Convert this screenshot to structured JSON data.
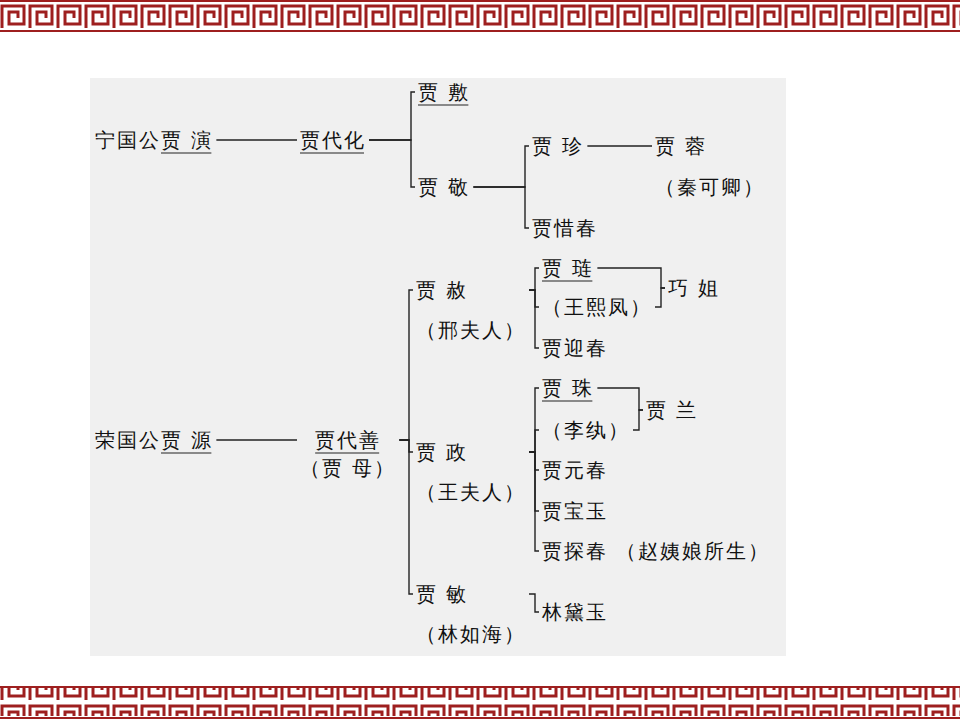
{
  "diagram": {
    "nodes": [
      {
        "text": [
          "宁国公贾 演"
        ]
      },
      {
        "text": [
          "贾代化"
        ]
      },
      {
        "text": [
          "贾 敷"
        ]
      },
      {
        "text": [
          "贾 敬"
        ]
      },
      {
        "text": [
          "贾 珍"
        ]
      },
      {
        "text": [
          "贾 蓉",
          "（秦可卿）"
        ]
      },
      {
        "text": [
          "贾惜春"
        ]
      },
      {
        "text": [
          "荣国公贾 源"
        ]
      },
      {
        "text": [
          "贾代善",
          "（贾 母）"
        ]
      },
      {
        "text": [
          "贾 赦",
          "（邢夫人）"
        ]
      },
      {
        "text": [
          "贾 琏"
        ]
      },
      {
        "text": [
          "（王熙凤）"
        ]
      },
      {
        "text": [
          "巧 姐"
        ]
      },
      {
        "text": [
          "贾迎春"
        ]
      },
      {
        "text": [
          "贾 政",
          "（王夫人）"
        ]
      },
      {
        "text": [
          "贾 珠"
        ]
      },
      {
        "text": [
          "（李纨）"
        ]
      },
      {
        "text": [
          "贾 兰"
        ]
      },
      {
        "text": [
          "贾元春"
        ]
      },
      {
        "text": [
          "贾宝玉"
        ]
      },
      {
        "text": [
          "贾探春",
          "（赵姨娘所生）"
        ]
      },
      {
        "text": [
          "贾 敏",
          "（林如海）"
        ]
      },
      {
        "text": [
          "林黛玉"
        ]
      }
    ],
    "edges": [
      {
        "from": 0,
        "to": 1,
        "arrow": "none"
      },
      {
        "from": 1,
        "to": 2,
        "arrow": "none"
      },
      {
        "from": 1,
        "to": 3,
        "arrow": "none"
      },
      {
        "from": 3,
        "to": 4,
        "arrow": "none"
      },
      {
        "from": 3,
        "to": 6,
        "arrow": "none"
      },
      {
        "from": 4,
        "to": 5,
        "arrow": "none"
      },
      {
        "from": 7,
        "to": 8,
        "arrow": "none"
      },
      {
        "from": 8,
        "to": 9,
        "arrow": "none"
      },
      {
        "from": 8,
        "to": 14,
        "arrow": "none"
      },
      {
        "from": 8,
        "to": 21,
        "arrow": "none"
      },
      {
        "from": 9,
        "to": 10,
        "arrow": "none"
      },
      {
        "from": 9,
        "to": 11,
        "arrow": "none"
      },
      {
        "from": 9,
        "to": 13,
        "arrow": "none"
      },
      {
        "from": 10,
        "to": 12,
        "arrow": "none"
      },
      {
        "from": 11,
        "to": 12,
        "arrow": "none"
      },
      {
        "from": 14,
        "to": 15,
        "arrow": "none"
      },
      {
        "from": 14,
        "to": 16,
        "arrow": "none"
      },
      {
        "from": 14,
        "to": 18,
        "arrow": "none"
      },
      {
        "from": 14,
        "to": 19,
        "arrow": "none"
      },
      {
        "from": 14,
        "to": 20,
        "arrow": "none"
      },
      {
        "from": 15,
        "to": 17,
        "arrow": "none"
      },
      {
        "from": 16,
        "to": 17,
        "arrow": "none"
      },
      {
        "from": 21,
        "to": 22,
        "arrow": "none"
      }
    ]
  }
}
